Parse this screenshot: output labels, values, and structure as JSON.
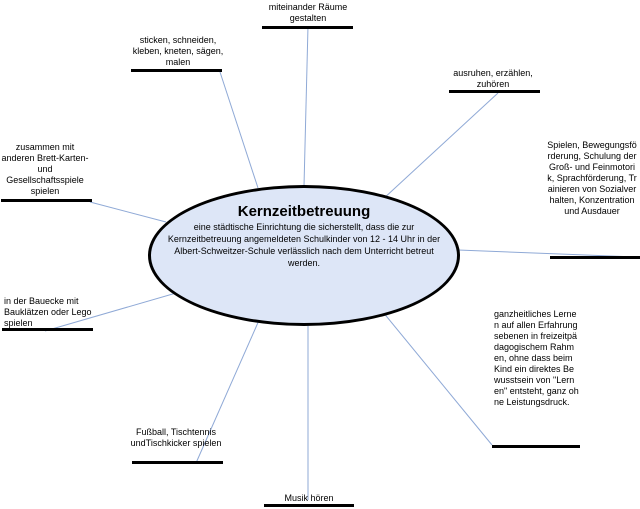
{
  "center": {
    "title": "Kernzeitbetreuung",
    "description": "eine städtische Einrichtung die sicherstellt, dass die zur Kernzeitbetreuung angemeldeten Schulkinder von 12 - 14 Uhr in der Albert-Schweitzer-Schule verlässlich nach dem Unterricht betreut werden."
  },
  "nodes": {
    "raeume": "miteinander Räume gestalten",
    "basteln": "sticken, schneiden, kleben, kneten, sägen, malen",
    "ausruhen": "ausruhen, erzählen, zuhören",
    "spiele": "zusammen mit anderen Brett-Karten- und Gesellschaftsspiele spielen",
    "foerderung": "Spielen, Bewegungsförderung, Schulung der Groß- und Feinmotorik, Sprachförderung, Trainieren von Sozialverhalten, Konzentration und Ausdauer",
    "bauecke": "in der Bauecke mit Bauklätzen oder Lego spielen",
    "lernen": "ganzheitliches Lernen auf allen Erfahrungsebenen in freizeitpädagogischem Rahmen, ohne dass beim Kind ein direktes Bewusstsein von \"Lernen\" entsteht, ganz ohne Leistungsdruck.",
    "sport": "Fußball, Tischtennis undTischkicker spielen",
    "musik": "Musik hören"
  },
  "colors": {
    "ellipse_fill": "#dde6f7",
    "connector": "#8fa9d6",
    "bar": "#000000"
  }
}
